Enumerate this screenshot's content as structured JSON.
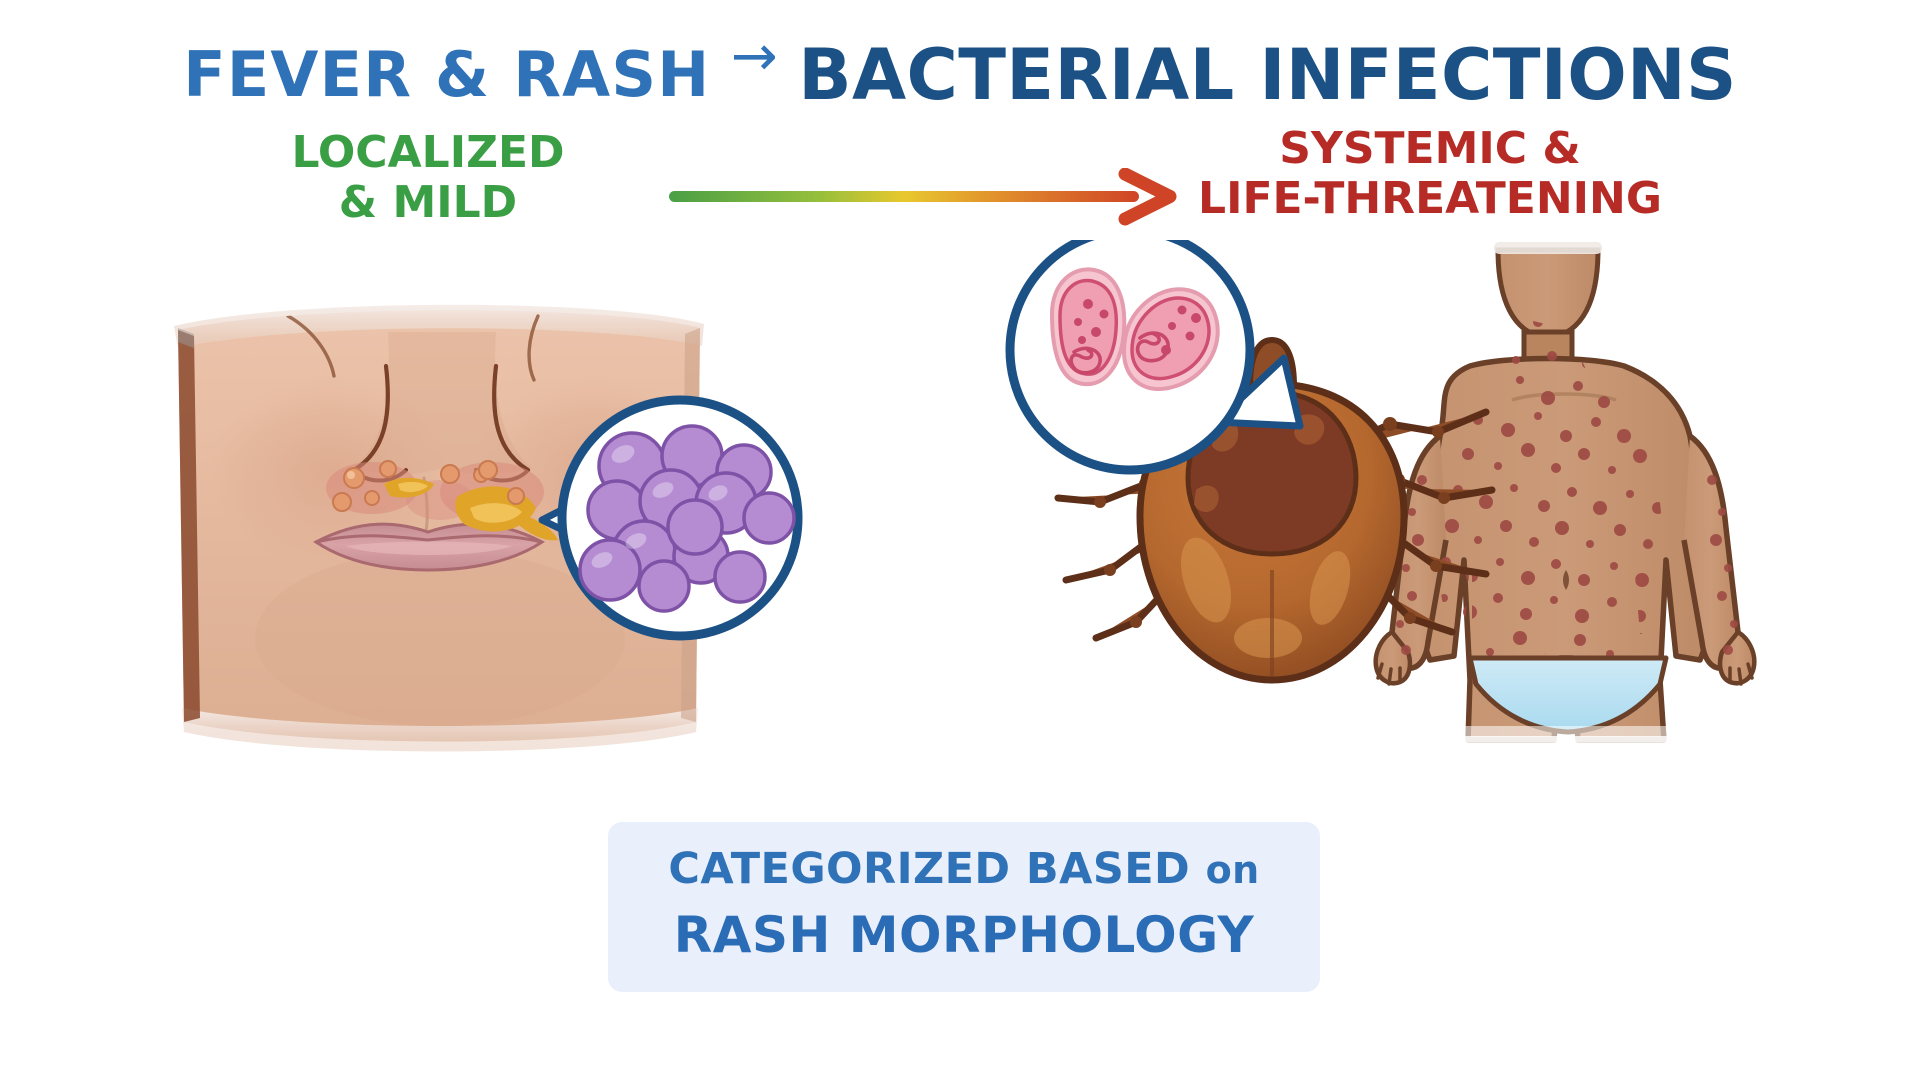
{
  "title": {
    "left_text": "FEVER & RASH",
    "arrow_icon": "right-arrow",
    "right_text": "BACTERIAL INFECTIONS"
  },
  "spectrum": {
    "left_label_line1": "LOCALIZED",
    "left_label_line2": "& MILD",
    "right_label_line1": "SYSTEMIC &",
    "right_label_line2": "LIFE-THREATENING",
    "arrow_icon": "gradient-right-arrow",
    "colors": {
      "mild": "#3a9e45",
      "mid": "#e8c82e",
      "severe": "#b62b26",
      "title_light": "#2f72b8",
      "title_bold": "#1c5186"
    }
  },
  "illustrations": {
    "left": {
      "name": "face-with-impetigo",
      "description": "Lower face showing perioral impetigo with honey-colored crusts and pustules",
      "magnifier": {
        "name": "staphylococcus-cluster",
        "organism_shape": "cocci-in-clusters",
        "count": 13,
        "color": "#a97fc9",
        "ring_color": "#1c5186"
      },
      "skin_color": "#e3b79c",
      "lip_color": "#d4a0a4",
      "crust_color": "#e0a429"
    },
    "right": {
      "name": "tick-and-child-with-petechial-rash",
      "tick": {
        "name": "ixodes-tick",
        "body_color": "#b5682e",
        "scutum_color": "#7d3a25",
        "leg_count": 8
      },
      "child": {
        "name": "child-with-disseminated-rash",
        "skin_color": "#c99877",
        "rash_color": "#9e4a44",
        "underwear_color": "#bfe3f2",
        "outline_color": "#6b4028"
      },
      "magnifier": {
        "name": "rickettsia-bacteria",
        "organism_shape": "pleomorphic-coccobacilli",
        "count": 2,
        "color": "#f3b0bd",
        "nucleoid_color": "#c8486a",
        "ring_color": "#1c5186"
      }
    }
  },
  "caption": {
    "line1_main": "CATEGORIZED BASED",
    "line1_suffix": "on",
    "line2": "RASH MORPHOLOGY",
    "box_color": "#e9effb",
    "text_color": "#2f72b8"
  }
}
